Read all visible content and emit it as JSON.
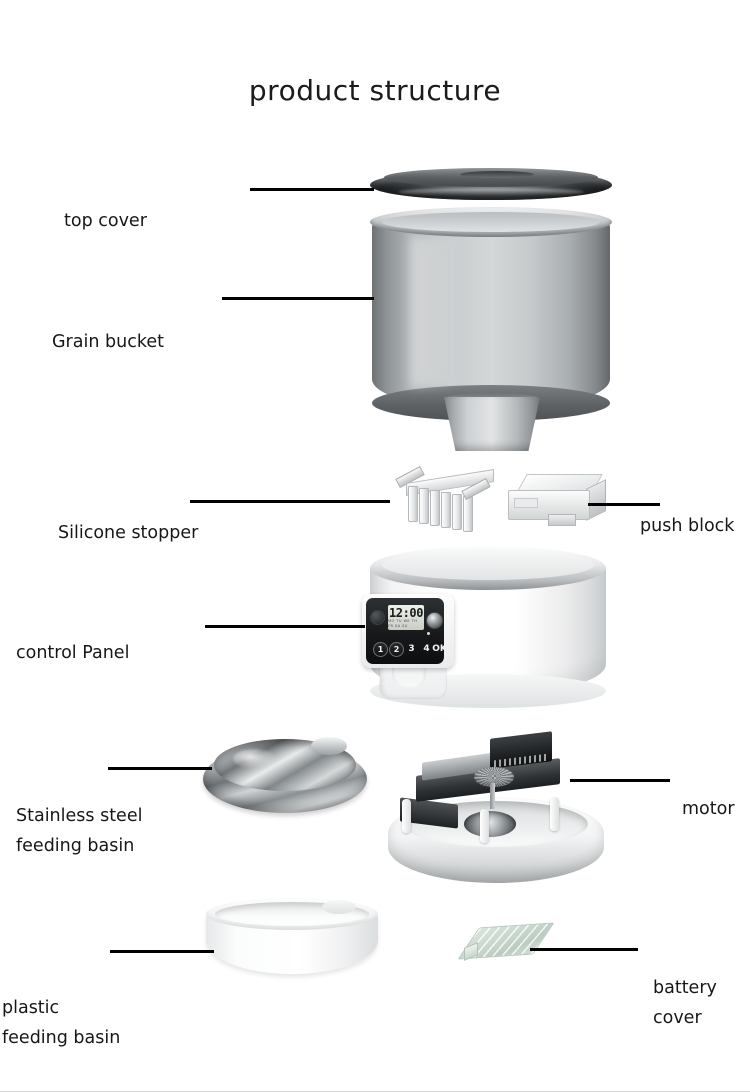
{
  "page": {
    "title": "product structure",
    "background_color": "#ffffff",
    "text_color": "#171717"
  },
  "labels": {
    "top_cover": "top cover",
    "grain_bucket": "Grain bucket",
    "silicone_stopper": "Silicone stopper",
    "push_block": "push block",
    "control_panel": "control Panel",
    "stainless_basin": "Stainless steel\nfeeding basin",
    "motor": "motor",
    "plastic_basin": "plastic\nfeeding basin",
    "battery_cover": "battery\ncover"
  },
  "control_panel_display": {
    "time": "12:00",
    "sub_text": "MO TU WE TH FR SA SU",
    "buttons": [
      "1",
      "2",
      "3",
      "4",
      "OK"
    ],
    "power_icon": "power-icon",
    "speaker_icon": "speaker-icon"
  },
  "parts": [
    {
      "id": "top-cover",
      "name": "top cover",
      "finish": "dark gray metallic lid"
    },
    {
      "id": "grain-bucket",
      "name": "Grain bucket",
      "finish": "translucent smoke gray cylinder"
    },
    {
      "id": "silicone-stopper",
      "name": "Silicone stopper",
      "finish": "white comb-shaped fins"
    },
    {
      "id": "push-block",
      "name": "push block",
      "finish": "white rectangular block"
    },
    {
      "id": "control-panel",
      "name": "control Panel",
      "finish": "white drum with black control pad"
    },
    {
      "id": "steel-bowl",
      "name": "Stainless steel feeding basin",
      "finish": "polished stainless steel"
    },
    {
      "id": "motor-base",
      "name": "motor",
      "finish": "gear and circuit assembly on white base"
    },
    {
      "id": "plastic-basin",
      "name": "plastic feeding basin",
      "finish": "matte white plastic"
    },
    {
      "id": "battery-cover",
      "name": "battery cover",
      "finish": "translucent pale green plate"
    }
  ]
}
